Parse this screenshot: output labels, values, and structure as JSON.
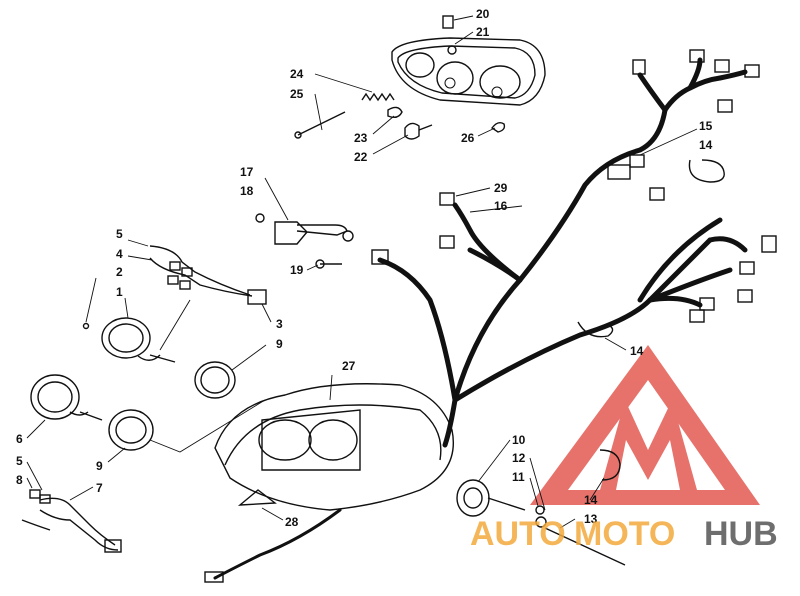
{
  "callouts": {
    "c1": "1",
    "c2": "2",
    "c3": "3",
    "c4": "4",
    "c5a": "5",
    "c5b": "5",
    "c6": "6",
    "c7": "7",
    "c8": "8",
    "c9a": "9",
    "c9b": "9",
    "c10": "10",
    "c11": "11",
    "c12": "12",
    "c13": "13",
    "c14a": "14",
    "c14b": "14",
    "c14c": "14",
    "c15": "15",
    "c16": "16",
    "c17": "17",
    "c18": "18",
    "c19": "19",
    "c20": "20",
    "c21": "21",
    "c22": "22",
    "c23": "23",
    "c24": "24",
    "c25": "25",
    "c26": "26",
    "c27": "27",
    "c28": "28",
    "c29": "29"
  },
  "watermark": {
    "auto": "AUTO",
    "moto": "MOTO",
    "hub": "HUB",
    "logo_color": "#e0443a",
    "auto_color": "#f2a93b",
    "hub_color": "#555555"
  }
}
